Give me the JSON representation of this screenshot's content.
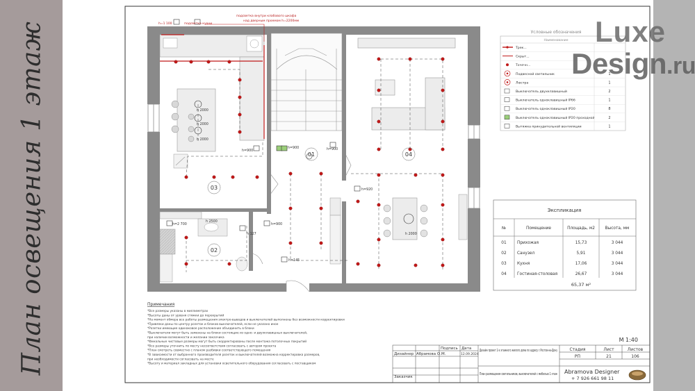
{
  "side_title": "План освещения 1 этаж",
  "logo": {
    "word1": "Luxe",
    "word2": "Design",
    "word3": ".ru"
  },
  "legend": {
    "title": "Условные обозначения",
    "header": "Наименование",
    "items": [
      {
        "label": "Трек...",
        "qty": ""
      },
      {
        "label": "Скрыт...",
        "qty": ""
      },
      {
        "label": "Точечн...",
        "qty": ""
      },
      {
        "label": "Подвесной светильник",
        "qty": "1"
      },
      {
        "label": "Люстра",
        "qty": "1"
      },
      {
        "label": "Выключатель двухклавишный",
        "qty": "2"
      },
      {
        "label": "Выключатель одноклавишный IP66",
        "qty": "1"
      },
      {
        "label": "Выключатель одноклавишный IP20",
        "qty": "8"
      },
      {
        "label": "Выключатель одноклавишный IP20 проходной",
        "qty": "2"
      },
      {
        "label": "Вытяжка принудительной вентиляции",
        "qty": "1"
      }
    ]
  },
  "explication": {
    "title": "Экспликация",
    "headers": [
      "№",
      "Помещение",
      "Площадь, м2",
      "Высота, мм"
    ],
    "rows": [
      [
        "01",
        "Прихожая",
        "15,73",
        "3 044"
      ],
      [
        "02",
        "Санузел",
        "5,91",
        "3 044"
      ],
      [
        "03",
        "Кухня",
        "17,06",
        "3 044"
      ],
      [
        "04",
        "Гостиная-столовая",
        "26,67",
        "3 044"
      ]
    ],
    "total": "65,37 м²"
  },
  "rooms": {
    "r01": "01",
    "r02": "02",
    "r03": "03",
    "r04": "04"
  },
  "annotations": {
    "a1": "h=1 100",
    "a2": "подсветка кухни",
    "a3": "подсветка внутри клабового шкафа",
    "a4": "над дверным проемом h=2200мм",
    "h2000a": "h 2000",
    "h2000b": "h 2000",
    "h2000c": "h 2000",
    "h2000d": "h 2000",
    "h900a": "h=900",
    "h900b": "h=900",
    "h900c": "h=900",
    "h900d": "h=900",
    "h920": "h=920",
    "h2700": "h=2 700",
    "h2500": "h 2500",
    "h127": "h 127",
    "h145": "h=145"
  },
  "notes": {
    "title": "Примечания",
    "lines": [
      "*Все размеры указаны в миллиметрах",
      "*Высоты даны от уровня стяжки до перекрытий",
      "*На момент обмера все работы размещения электро-выводов и выключателей выполнены без возможности корректировки",
      "*Привязки даны по центру розеток и блоков выключателей, если не указано иное",
      "*Розетки имеющие одинаковое расположение объединить в блоки",
      "*Выключатели могут быть заменены на блоки состоящие из одно- и двухклавишных выключателей,",
      "  при наличии возможности и желании заказчика",
      "*Финальные чистовые размеры могут быть скорректированы после монтажа потолочных покрытий",
      "*Все размеры уточнить по месту несоответствия согласовать с автором проекта",
      "*План смотреть совместно с планом разбивки соответствующего помещения",
      "*В зависимости от выбранного производителя розеток и выключателей возможна корректировка размеров,",
      "  при необходимости согласовать на месте",
      "*Высоту и материал закладных для установки осветительного оборудования согласовать с поставщиком"
    ]
  },
  "title_block": {
    "scale": "М 1:40",
    "col_sign": "Подпись",
    "col_date": "Дата",
    "designer_label": "Дизайнер",
    "designer_name": "Абрамова О.М.",
    "date": "12.09.2024",
    "customer_label": "Заказчик",
    "project": "Дизайн проект 2-х этажного жилого дома по адресу г.Ростов-на-Дону",
    "sheet_title": "План размещения светильников, выключателей с мебелью 1 этаж",
    "stage_label": "Стадия",
    "stage": "РП",
    "sheet_label": "Лист",
    "sheet": "21",
    "sheets_label": "Листов",
    "sheets": "106",
    "company": "Abramova Designer",
    "phone": "+ 7 926 661 98 11"
  }
}
